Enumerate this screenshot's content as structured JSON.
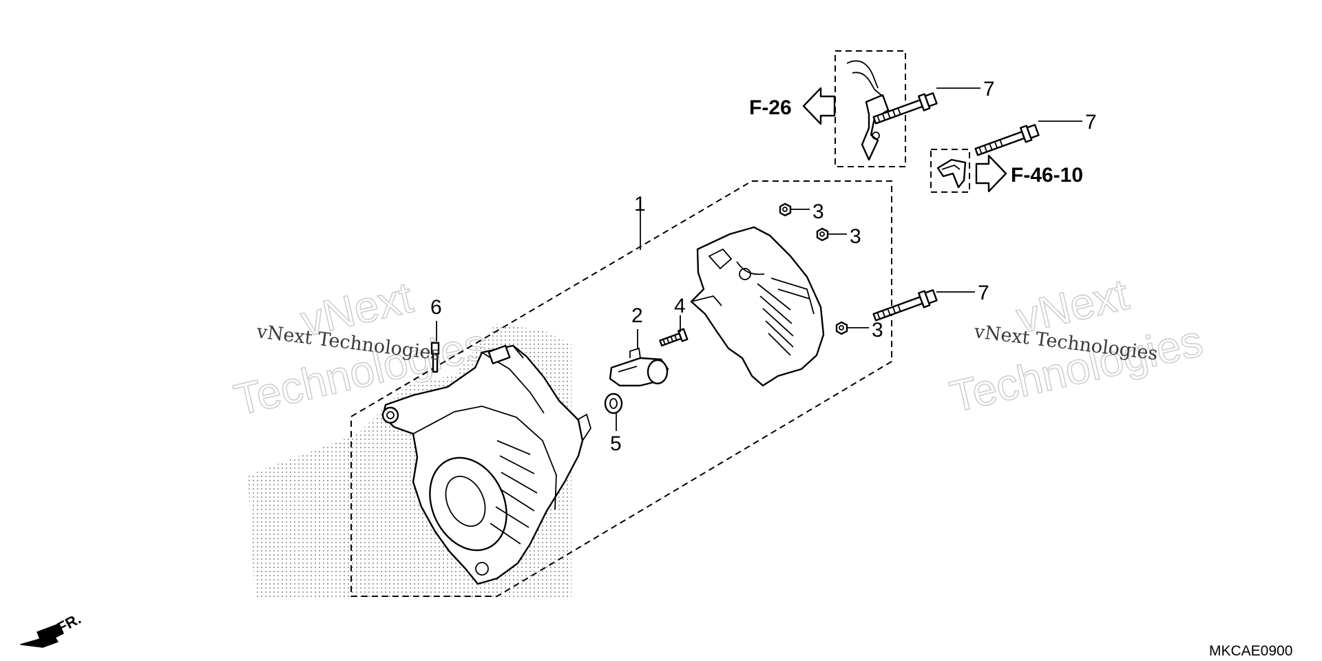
{
  "callouts": {
    "c1": "1",
    "c2": "2",
    "c3a": "3",
    "c3b": "3",
    "c3c": "3",
    "c4": "4",
    "c5": "5",
    "c6": "6",
    "c7a": "7",
    "c7b": "7",
    "c7c": "7"
  },
  "references": {
    "left": "F-26",
    "right": "F-46-10"
  },
  "front_indicator": "FR.",
  "diagram_code": "MKCAE0900",
  "watermarks": {
    "left_small": "vNext Technologies",
    "left_big_line1": "vNext",
    "left_big_line2": "Technologies",
    "right_small": "vNext Technologies",
    "right_big_line1": "vNext",
    "right_big_line2": "Technologies"
  },
  "colors": {
    "line": "#000000",
    "background": "#ffffff",
    "watermark_outline": "#cfcfcf",
    "dot_shading": "#9a9a9a"
  }
}
